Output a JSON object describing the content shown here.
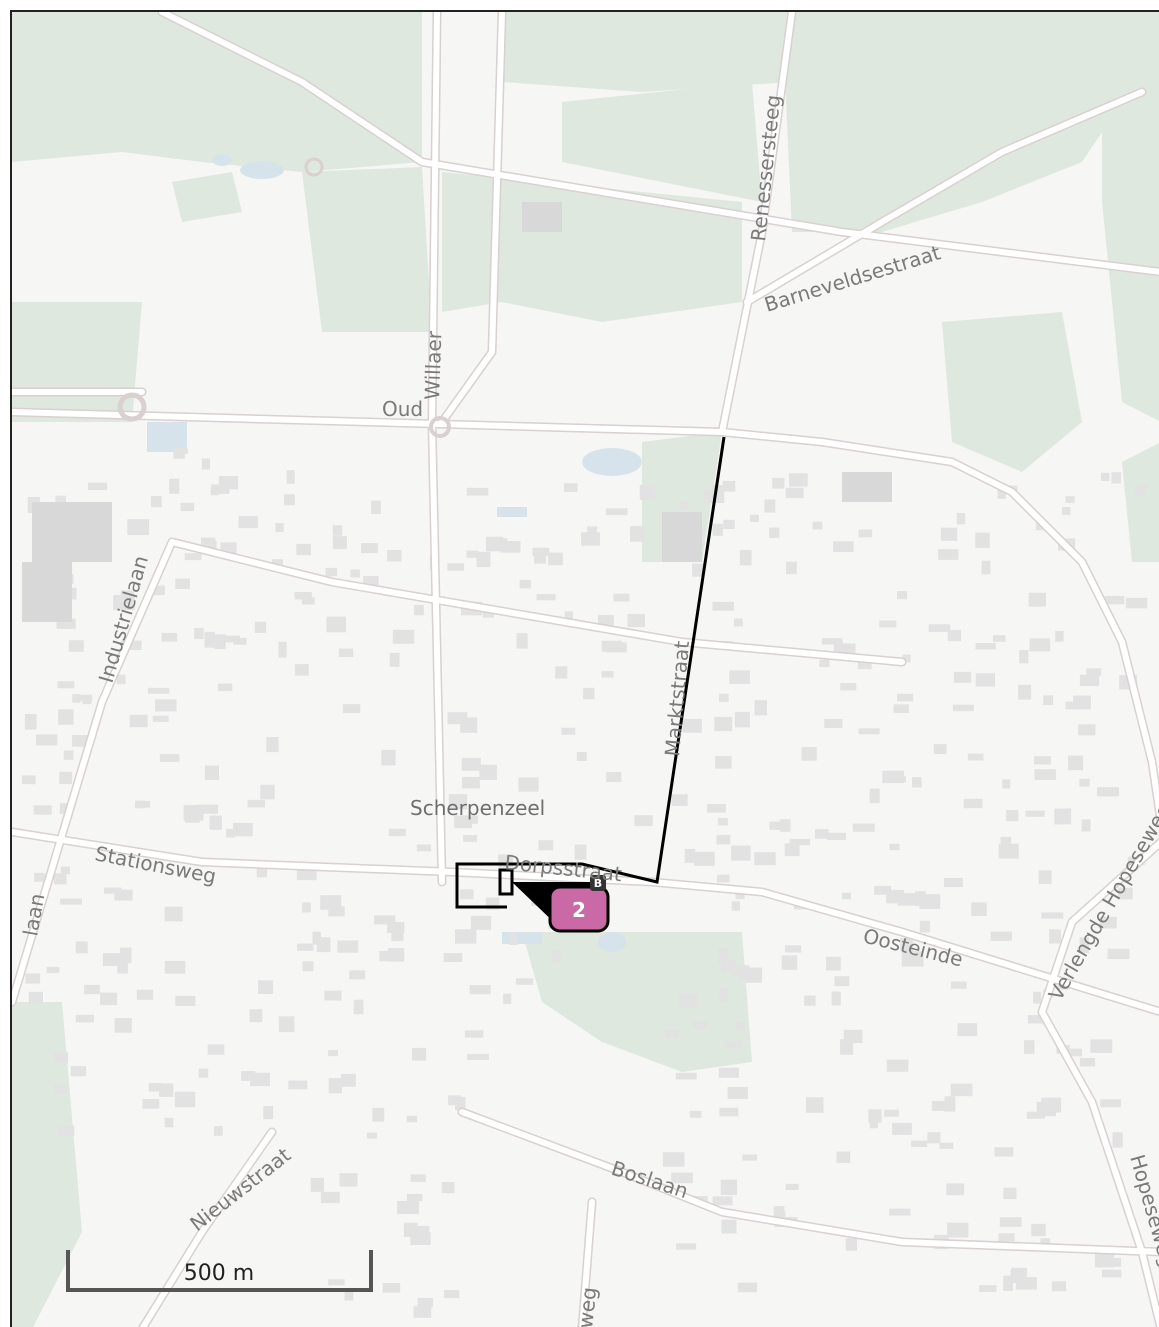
{
  "map": {
    "place_name": "Scherpenzeel",
    "streets": [
      "Renessersteeg",
      "Barneveldsestraat",
      "Willaer",
      "Oud",
      "Industrielaan",
      "Marktstraat",
      "Stationsweg",
      "Dorpsstraat",
      "Oosteinde",
      "Verlengde Hopeseweg",
      "Boslaan",
      "Nieuwstraat",
      "Hopeseweg",
      "weg",
      "laan"
    ],
    "colors": {
      "background": "#f6f6f5",
      "green": "#dfe8de",
      "road": "#ffffff",
      "road_outline": "#d9d0d0",
      "building": "#e3e3e3",
      "water": "#d7e3ea",
      "route": "#000000",
      "marker": "#c96aa6"
    }
  },
  "marker": {
    "main_label": "2",
    "small_label": "B"
  },
  "scale_bar": {
    "label": "500 m"
  }
}
